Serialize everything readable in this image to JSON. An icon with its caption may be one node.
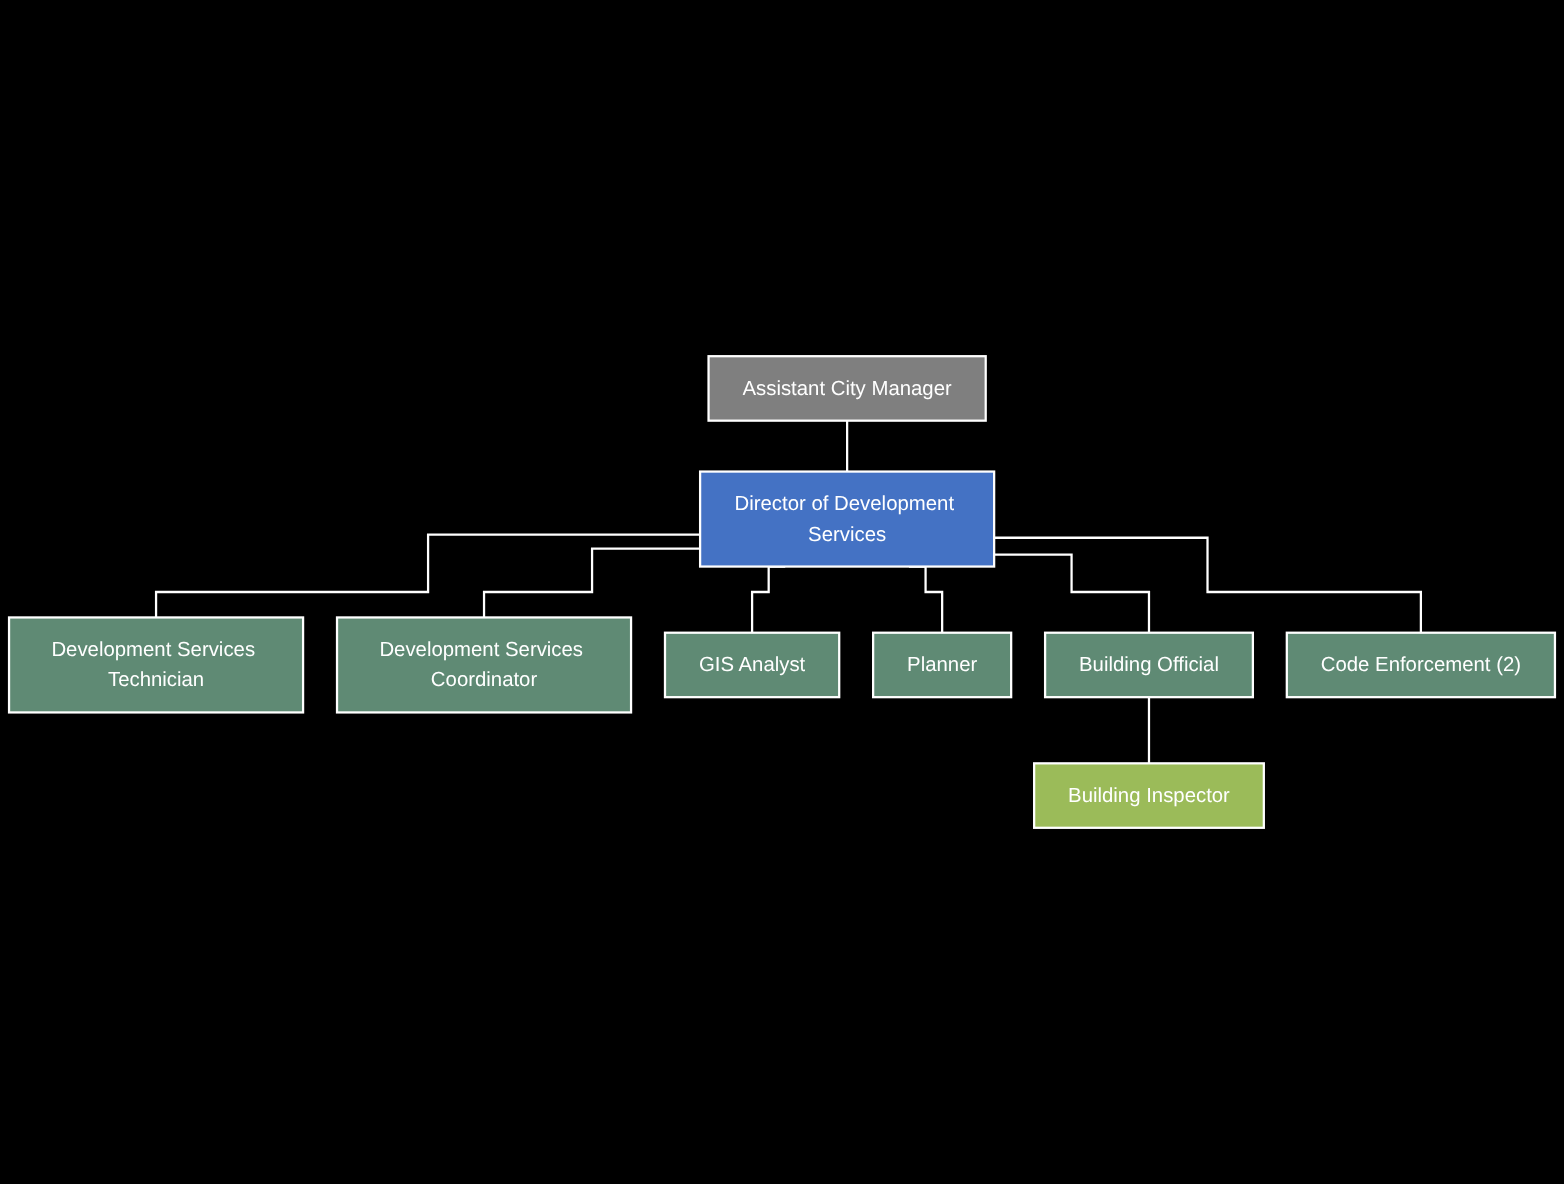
{
  "diagram": {
    "nodes": [
      {
        "text": [
          "Assistant City Manager"
        ]
      },
      {
        "text": [
          "Director of Development Services"
        ]
      },
      {
        "text": [
          "Development Services Technician"
        ]
      },
      {
        "text": [
          "Development Services Coordinator"
        ]
      },
      {
        "text": [
          "GIS Analyst"
        ]
      },
      {
        "text": [
          "Planner"
        ]
      },
      {
        "text": [
          "Building Official"
        ]
      },
      {
        "text": [
          "Code Enforcement (2)"
        ]
      },
      {
        "text": [
          "Building Inspector"
        ]
      }
    ],
    "edges": [
      {
        "from": 0,
        "to": 1,
        "arrow": "none"
      },
      {
        "from": 1,
        "to": 2,
        "arrow": "none"
      },
      {
        "from": 1,
        "to": 3,
        "arrow": "none"
      },
      {
        "from": 1,
        "to": 4,
        "arrow": "none"
      },
      {
        "from": 1,
        "to": 5,
        "arrow": "none"
      },
      {
        "from": 1,
        "to": 6,
        "arrow": "none"
      },
      {
        "from": 1,
        "to": 7,
        "arrow": "none"
      },
      {
        "from": 6,
        "to": 8,
        "arrow": "none"
      }
    ]
  }
}
